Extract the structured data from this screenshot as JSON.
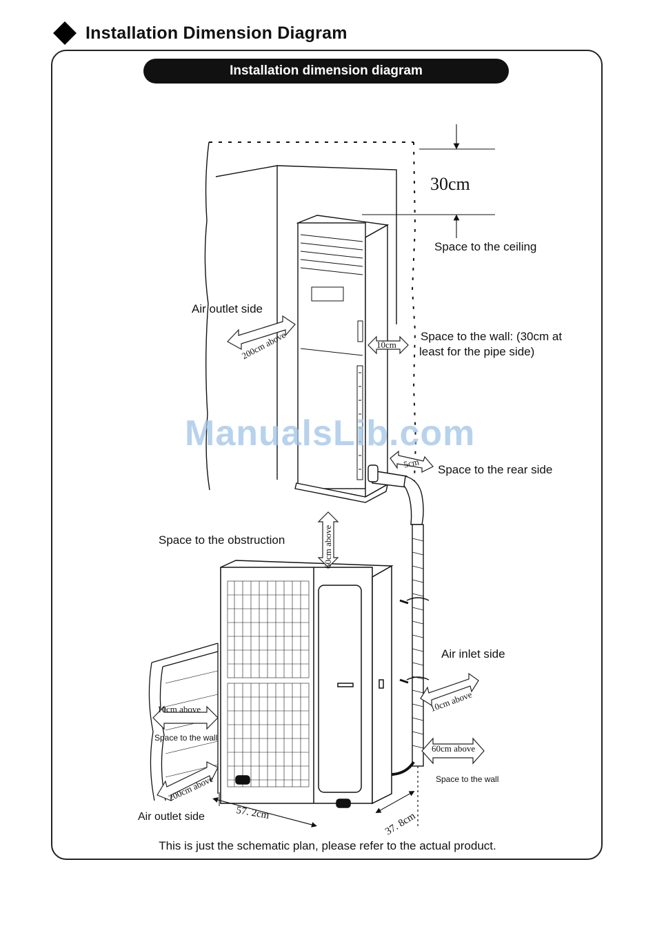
{
  "page": {
    "heading": "Installation Dimension Diagram",
    "banner": "Installation dimension diagram",
    "footer": "This is just the schematic plan, please refer to the actual product.",
    "watermark": "ManualsLib.com"
  },
  "indoor": {
    "ceiling_value": "30cm",
    "ceiling_label": "Space to the ceiling",
    "outlet_label": "Air outlet side",
    "outlet_value": "200cm above",
    "wall_value": "10cm",
    "wall_label_1": "Space to the wall: (30cm at",
    "wall_label_2": "least  for the pipe side)",
    "rear_value": "5cm",
    "rear_label": "Space to the rear side"
  },
  "outdoor": {
    "obstruction_label": "Space to the obstruction",
    "obstruction_value": "60cm above",
    "inlet_label": "Air inlet side",
    "inlet_value": "10cm above",
    "left_wall_value": "10cm above",
    "left_wall_label": "Space to the wall",
    "left_outlet_value": "200cm above",
    "outlet_label": "Air outlet side",
    "right_wall_value": "60cm above",
    "right_wall_label": "Space to the wall",
    "width_value": "57. 2cm",
    "depth_value": "37. 8cm"
  },
  "colors": {
    "line": "#111111",
    "watermark": "#9fc4e8",
    "banner": "#111111"
  }
}
